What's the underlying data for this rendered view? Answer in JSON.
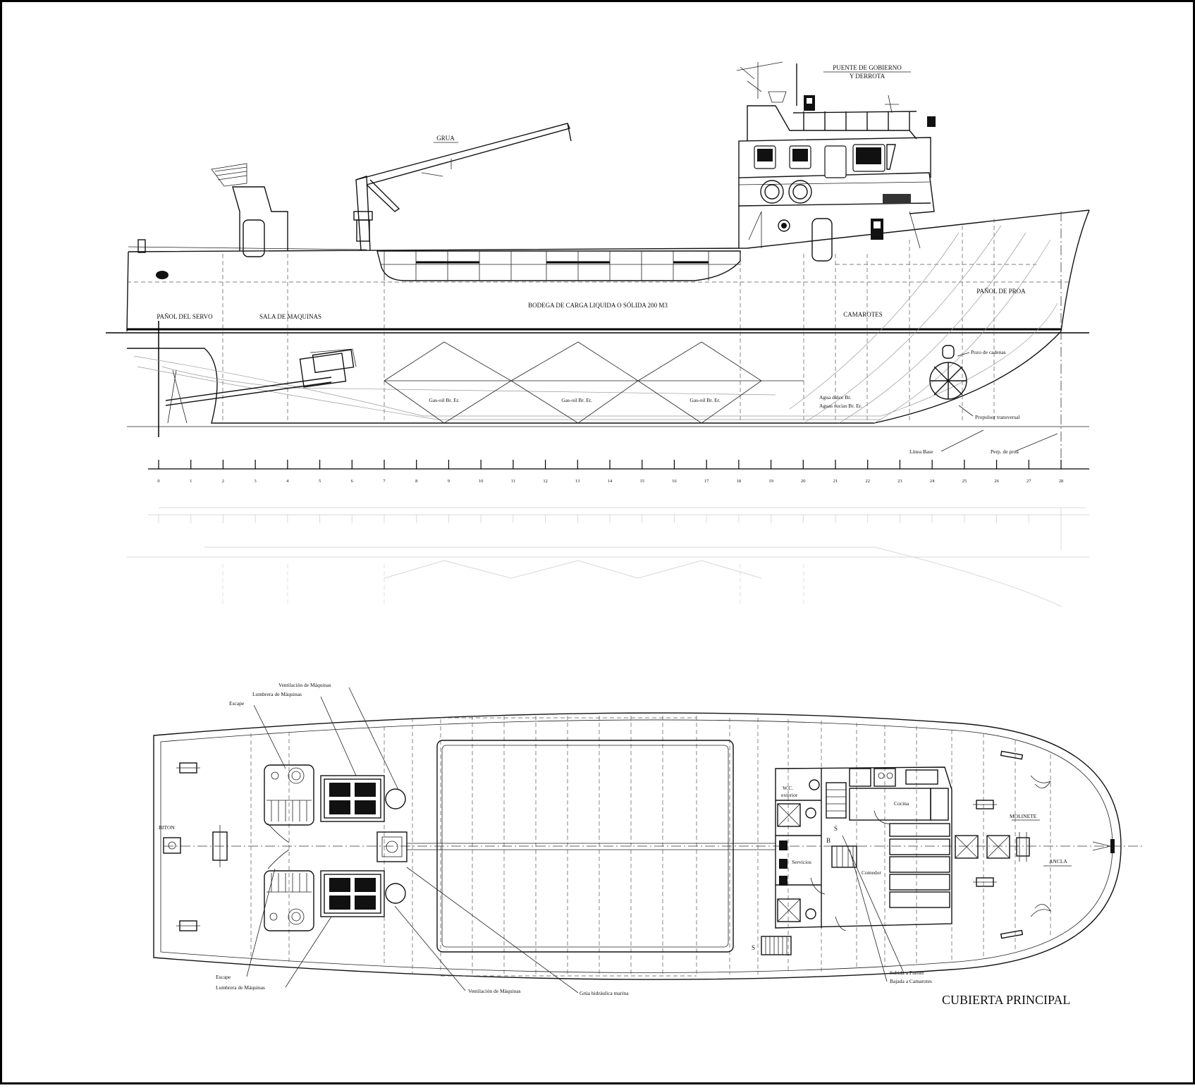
{
  "profile": {
    "label_bridge_1": "PUENTE DE GOBIERNO",
    "label_bridge_2": "Y DERROTA",
    "label_crane": "GRUA",
    "label_steering_store": "PAÑOL DEL SERVO",
    "label_engine_room": "SALA DE MAQUINAS",
    "label_cargo_hold": "BODEGA DE CARGA LIQUIDA O SÓLIDA   200 M3",
    "label_cabins": "CAMAROTES",
    "label_fore_store": "PAÑOL DE PROA",
    "label_fuel_1": "Gas-oil Br. Er.",
    "label_fuel_2": "Gas-oil Br. Er.",
    "label_fuel_3": "Gas-oil Br. Er.",
    "label_fresh_water_1": "Agua dulce Br.",
    "label_fresh_water_2": "Aguas sucias Br. Er.",
    "label_chain_locker": "Pozo de cadenas",
    "label_bow_thruster": "Propulsor transversal",
    "label_baseline": "Línea Base",
    "label_fwd_perp": "Perp. de proa",
    "frames": [
      "0",
      "1",
      "2",
      "3",
      "4",
      "5",
      "6",
      "7",
      "8",
      "9",
      "10",
      "11",
      "12",
      "13",
      "14",
      "15",
      "16",
      "17",
      "18",
      "19",
      "20",
      "21",
      "22",
      "23",
      "24",
      "25",
      "26",
      "27",
      "28"
    ]
  },
  "deck": {
    "label_engine_vent_top": "Ventilación de Máquinas",
    "label_engine_skylight_top": "Lumbrera de Máquinas",
    "label_exhaust_top": "Escape",
    "label_bitt": "BITON",
    "label_wc": "W.C.",
    "label_wc2": "exterior",
    "label_galley": "Cocina",
    "label_services": "Servicios",
    "label_mess": "Comedor",
    "label_up": "S",
    "label_down": "B",
    "label_windlass": "MOLINETE",
    "label_anchor": "ANCLA",
    "label_exhaust_bottom": "Escape",
    "label_engine_skylight_bottom": "Lumbrera de Máquinas",
    "label_engine_vent_bottom": "Ventilación de Máquinas",
    "label_hydraulic_crane": "Grúa hidráulica marina",
    "label_to_bridge": "Subida a Puente",
    "label_to_cabins": "Bajada a Camarotes",
    "label_stair_s": "S",
    "title": "CUBIERTA PRINCIPAL"
  }
}
